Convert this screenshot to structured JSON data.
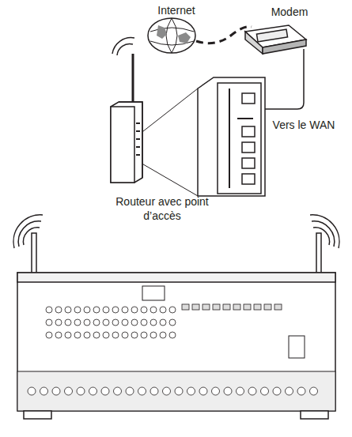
{
  "diagram": {
    "labels": [
      "Internet",
      "Modem",
      "Vers le WAN",
      "Routeur avec point d’accès"
    ]
  }
}
